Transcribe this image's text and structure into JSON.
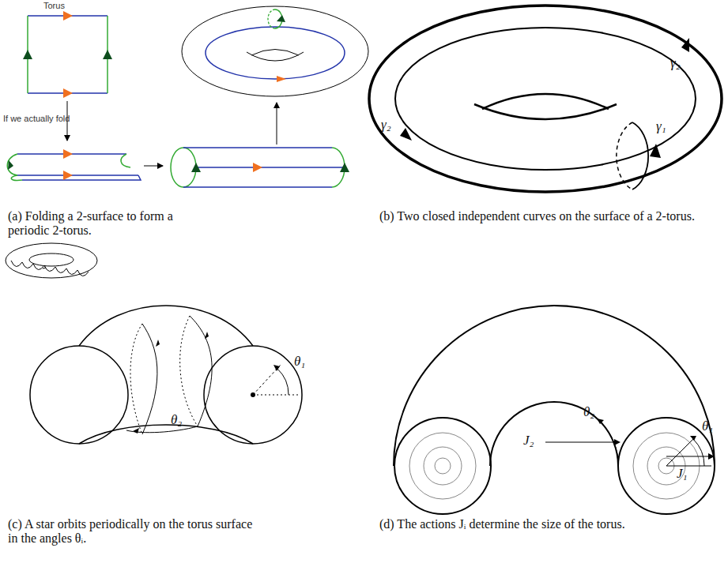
{
  "diagram": {
    "labels": [
      "Torus",
      "If we actually fold",
      "γ₂",
      "γ₁",
      "γ₂",
      "θ₁",
      "θ₂",
      "θ₂",
      "θ₁",
      "J₂",
      "J₁",
      "(a) Folding a 2-surface to form a periodic 2-torus.",
      "(b) Two closed independent curves on the surface of a 2-torus.",
      "(c) A star orbits periodically on the torus surface in the angles θᵢ.",
      "(d) The actions Jᵢ determine the size of the torus."
    ]
  }
}
